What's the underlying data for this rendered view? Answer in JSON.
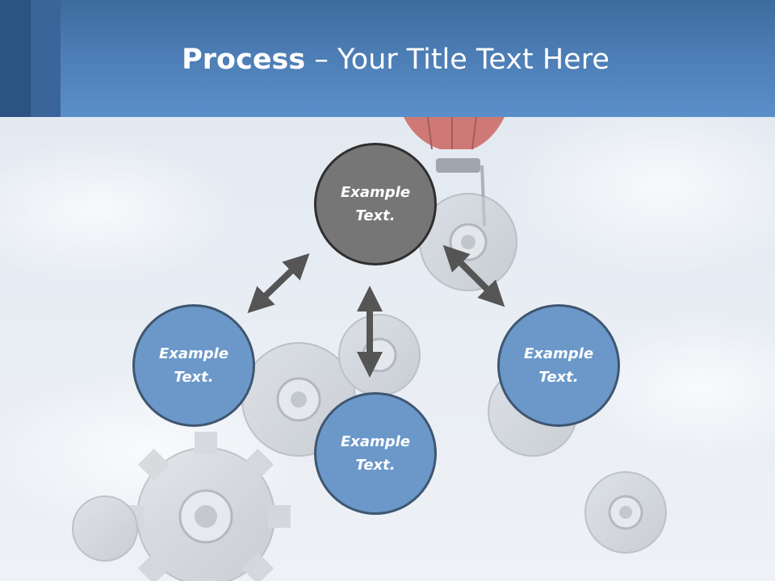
{
  "slide": {
    "title_strong": "Process",
    "title_rest": " – Your Title Text Here"
  },
  "diagram": {
    "nodes": [
      {
        "id": "top",
        "label": "Example\nText.",
        "color": "#767676"
      },
      {
        "id": "left",
        "label": "Example\nText.",
        "color": "#6b98c9"
      },
      {
        "id": "bottom",
        "label": "Example\nText.",
        "color": "#6b98c9"
      },
      {
        "id": "right",
        "label": "Example\nText.",
        "color": "#6b98c9"
      }
    ],
    "edges": [
      {
        "from": "top",
        "to": "left",
        "style": "double-arrow"
      },
      {
        "from": "top",
        "to": "bottom",
        "style": "double-arrow"
      },
      {
        "from": "top",
        "to": "right",
        "style": "double-arrow"
      }
    ],
    "arrow_color": "#555555"
  },
  "background": {
    "icons": [
      "cloud-sky",
      "gear-icon",
      "balloon-icon"
    ]
  }
}
